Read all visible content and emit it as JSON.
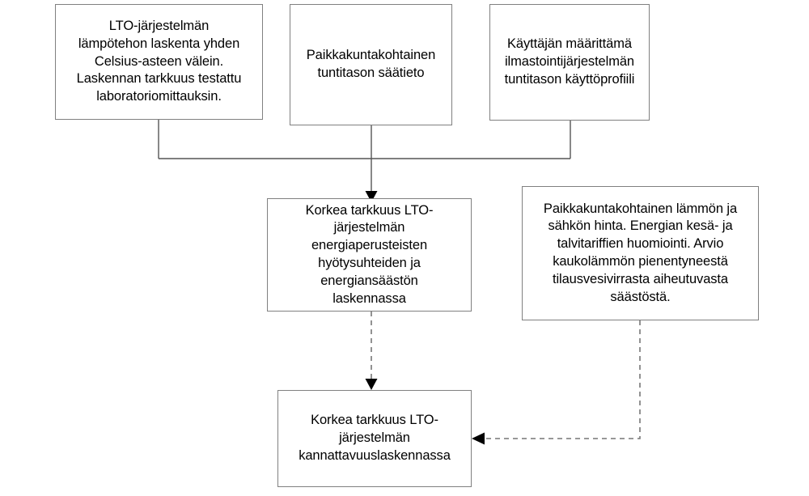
{
  "diagram": {
    "title": "LTO-jarjestelman laskenta- ja kannattavuuskaavio",
    "background_color": "#ffffff",
    "border_color": "#808080",
    "line_color": "#555555",
    "text_color": "#000000",
    "nodes": [
      {
        "id": "temp-calc",
        "text": "LTO-järjestelmän\nlämpötehon laskenta yhden\nCelsius-asteen välein.\nLaskennan tarkkuus testattu\nlaboratoriomittauksin.",
        "row": "top",
        "column": "left"
      },
      {
        "id": "local-hour",
        "text": "Paikkakuntakohtainen\ntuntitason säätieto",
        "row": "top",
        "column": "middle"
      },
      {
        "id": "user-prof",
        "text": "Käyttäjän määrittämä\nilmastointijärjestelmän\ntuntitason käyttöprofiili",
        "row": "top",
        "column": "right"
      },
      {
        "id": "energy-calc",
        "text": "Korkea tarkkuus LTO-\njärjestelmän\nenergiaperusteisten\nhyötysuhteiden ja\nenergiansäästön\nlaskennassa",
        "row": "middle",
        "column": "center"
      },
      {
        "id": "price-info",
        "text": "Paikkakuntakohtainen lämmön ja\nsähkön hinta. Energian kesä- ja\ntalvitariffien huomiointi. Arvio\nkaukolämmön pienentyneestä\ntilausvesivirrasta aiheutuvasta\nsäästöstä.",
        "row": "middle",
        "column": "right"
      },
      {
        "id": "profit-calc",
        "text": "Korkea tarkkuus LTO-\njärjestelmän\nkannattavuuslaskennassa",
        "row": "bottom",
        "column": "center"
      }
    ],
    "edges": [
      {
        "id": "edge-temp-to-energy",
        "from": "temp-calc",
        "to": "energy-calc",
        "style": "solid",
        "arrowhead": "filled-triangle"
      },
      {
        "id": "edge-local-to-energy",
        "from": "local-hour",
        "to": "energy-calc",
        "style": "solid",
        "arrowhead": "filled-triangle"
      },
      {
        "id": "edge-user-to-energy",
        "from": "user-prof",
        "to": "energy-calc",
        "style": "solid",
        "arrowhead": "filled-triangle"
      },
      {
        "id": "edge-energy-to-profit",
        "from": "energy-calc",
        "to": "profit-calc",
        "style": "dashed",
        "arrowhead": "filled-triangle"
      },
      {
        "id": "edge-price-to-profit",
        "from": "price-info",
        "to": "profit-calc",
        "style": "dashed",
        "arrowhead": "filled-triangle"
      }
    ]
  }
}
